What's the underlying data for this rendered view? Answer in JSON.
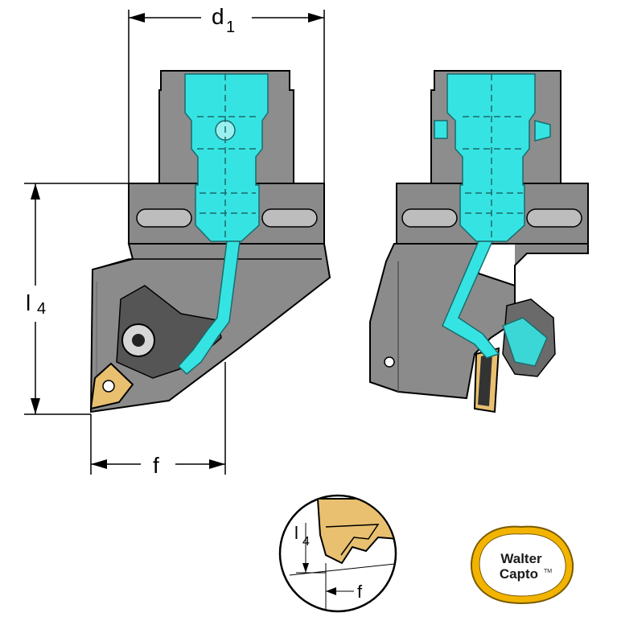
{
  "dimensions": {
    "d1": {
      "main": "d",
      "sub": "1"
    },
    "l4": {
      "main": "l",
      "sub": "4"
    },
    "f": {
      "main": "f"
    }
  },
  "detail": {
    "l4": {
      "main": "l",
      "sub": "4"
    },
    "f": {
      "main": "f"
    }
  },
  "logo": {
    "line1": "Walter",
    "line2": "Capto",
    "tm": "TM"
  },
  "colors": {
    "body": "#8c8c8c",
    "body_dark": "#5a5a5a",
    "coolant": "#36e3e3",
    "insert": "#e8c070",
    "logo_ring": "#f2b400"
  }
}
